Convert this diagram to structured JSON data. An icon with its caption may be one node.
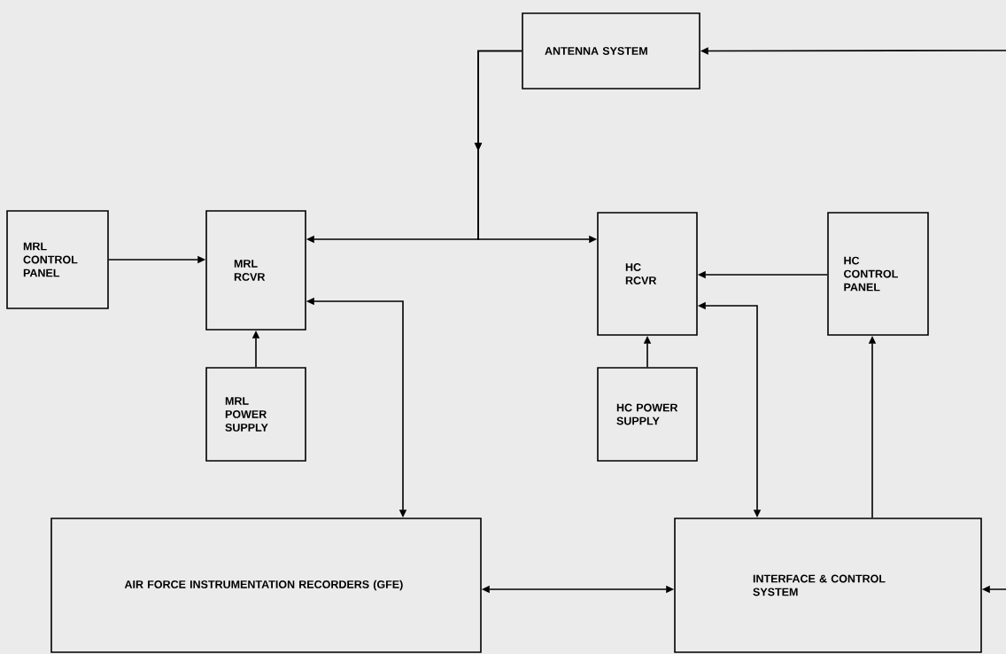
{
  "diagram": {
    "nodes": [
      {
        "text": [
          "ANTENNA SYSTEM"
        ]
      },
      {
        "text": [
          "MRL CONTROL PANEL"
        ]
      },
      {
        "text": [
          "MRL RCVR"
        ]
      },
      {
        "text": [
          "HC RCVR"
        ]
      },
      {
        "text": [
          "HC CONTROL PANEL"
        ]
      },
      {
        "text": [
          "MRL POWER SUPPLY"
        ]
      },
      {
        "text": [
          "HC POWER SUPPLY"
        ]
      },
      {
        "text": [
          "AIR FORCE INSTRUMENTATION RECORDERS (GFE)"
        ]
      },
      {
        "text": [
          "INTERFACE & CONTROL SYSTEM"
        ]
      }
    ],
    "edges": [
      {
        "from": null,
        "to": 0,
        "arrow": "to"
      },
      {
        "from": 0,
        "to": 2,
        "arrow": "to"
      },
      {
        "from": 0,
        "to": 3,
        "arrow": "to"
      },
      {
        "from": 1,
        "to": 2,
        "arrow": "to"
      },
      {
        "from": 5,
        "to": 2,
        "arrow": "to"
      },
      {
        "from": 2,
        "to": 7,
        "arrow": "both"
      },
      {
        "from": 4,
        "to": 3,
        "arrow": "to"
      },
      {
        "from": 6,
        "to": 3,
        "arrow": "to"
      },
      {
        "from": 3,
        "to": 8,
        "arrow": "both"
      },
      {
        "from": 8,
        "to": 4,
        "arrow": "to"
      },
      {
        "from": 7,
        "to": 8,
        "arrow": "both"
      },
      {
        "from": null,
        "to": 8,
        "arrow": "to"
      }
    ]
  }
}
